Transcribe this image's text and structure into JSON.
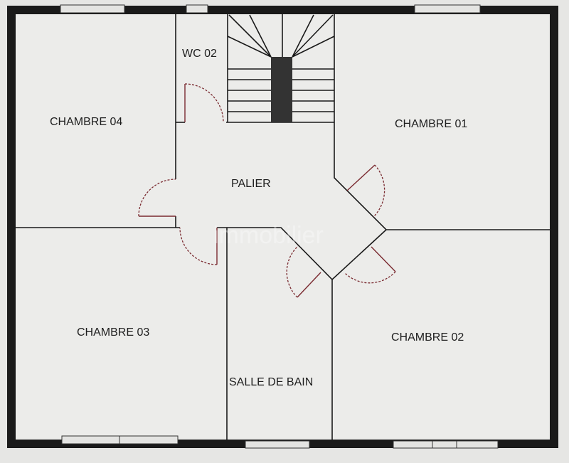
{
  "plan": {
    "rooms": {
      "chambre_04": "CHAMBRE 04",
      "wc_02": "WC 02",
      "chambre_01": "CHAMBRE 01",
      "palier": "PALIER",
      "chambre_03": "CHAMBRE 03",
      "chambre_02": "CHAMBRE 02",
      "salle_de_bain": "SALLE DE BAIN"
    },
    "watermark": "immobilier",
    "colors": {
      "wall": "#1a1a1a",
      "door": "#7a2a30",
      "floor": "#ececea",
      "stair_core": "#333333"
    }
  }
}
